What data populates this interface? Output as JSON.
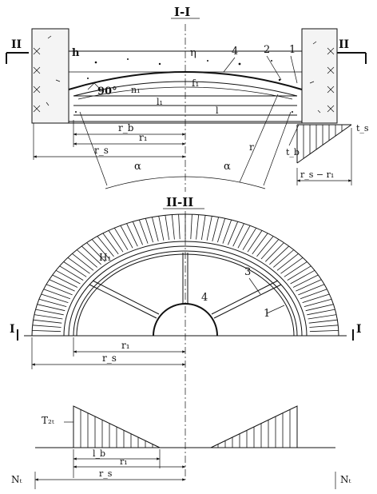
{
  "section_1": {
    "title": "I-I",
    "cut_left": "II",
    "cut_right": "II",
    "labels": {
      "h": "h",
      "eta": "η",
      "four": "4",
      "two": "2",
      "one": "1",
      "ninety": "90°",
      "n1": "n₁",
      "f1": "f₁",
      "l1": "l₁",
      "l": "l",
      "rb": "r_b",
      "r1": "r₁",
      "rs": "r_s",
      "r": "r",
      "tb": "t_b",
      "ts": "t_s",
      "rs_minus_r1": "r_s − r₁",
      "alpha_left": "α",
      "alpha_right": "α"
    }
  },
  "section_2": {
    "title": "II-II",
    "cut_left": "I",
    "cut_right": "I",
    "labels": {
      "H1": "H₁",
      "three": "3",
      "four": "4",
      "one": "1",
      "r1": "r₁",
      "rs": "r_s"
    }
  },
  "bottom": {
    "labels": {
      "T2t": "T₂ₜ",
      "lb": "l_b",
      "r1": "r₁",
      "rs": "r_s",
      "Nt_left": "Nₜ",
      "Nt_right": "Nₜ"
    }
  }
}
